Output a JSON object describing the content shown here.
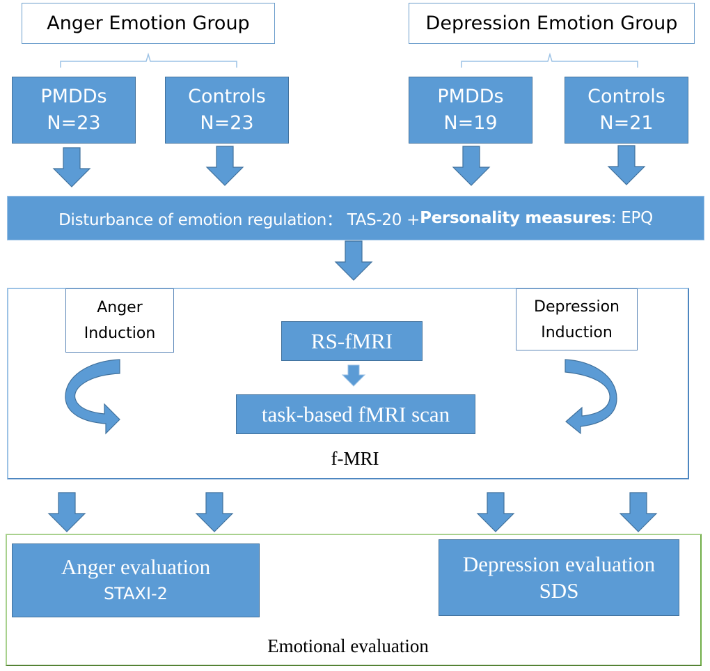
{
  "groups": {
    "anger": {
      "title": "Anger Emotion Group",
      "cohorts": [
        {
          "label": "PMDDs",
          "n": "N=23"
        },
        {
          "label": "Controls",
          "n": "N=23"
        }
      ]
    },
    "depression": {
      "title": "Depression Emotion Group",
      "cohorts": [
        {
          "label": "PMDDs",
          "n": "N=19"
        },
        {
          "label": "Controls",
          "n": "N=21"
        }
      ]
    }
  },
  "measures": {
    "part1": "Disturbance of emotion regulation：  TAS-20 +",
    "part2_bold": "Personality measures",
    "part3": " : EPQ"
  },
  "fmri": {
    "caption": "f-MRI",
    "anger_induction": {
      "line1": "Anger",
      "line2": "Induction"
    },
    "depression_induction": {
      "line1": "Depression",
      "line2": "Induction"
    },
    "rs_fmri": "RS-fMRI",
    "task_fmri": "task-based fMRI scan"
  },
  "evaluation": {
    "caption": "Emotional evaluation",
    "anger": {
      "line1": "Anger evaluation",
      "line2": "STAXI-2"
    },
    "depression": {
      "line1": "Depression evaluation",
      "line2": "SDS"
    }
  },
  "colors": {
    "box_fill": "#5b9bd5",
    "box_border": "#41719c",
    "fmri_frame": "#4d86c0",
    "eval_frame": "#70ad47"
  }
}
